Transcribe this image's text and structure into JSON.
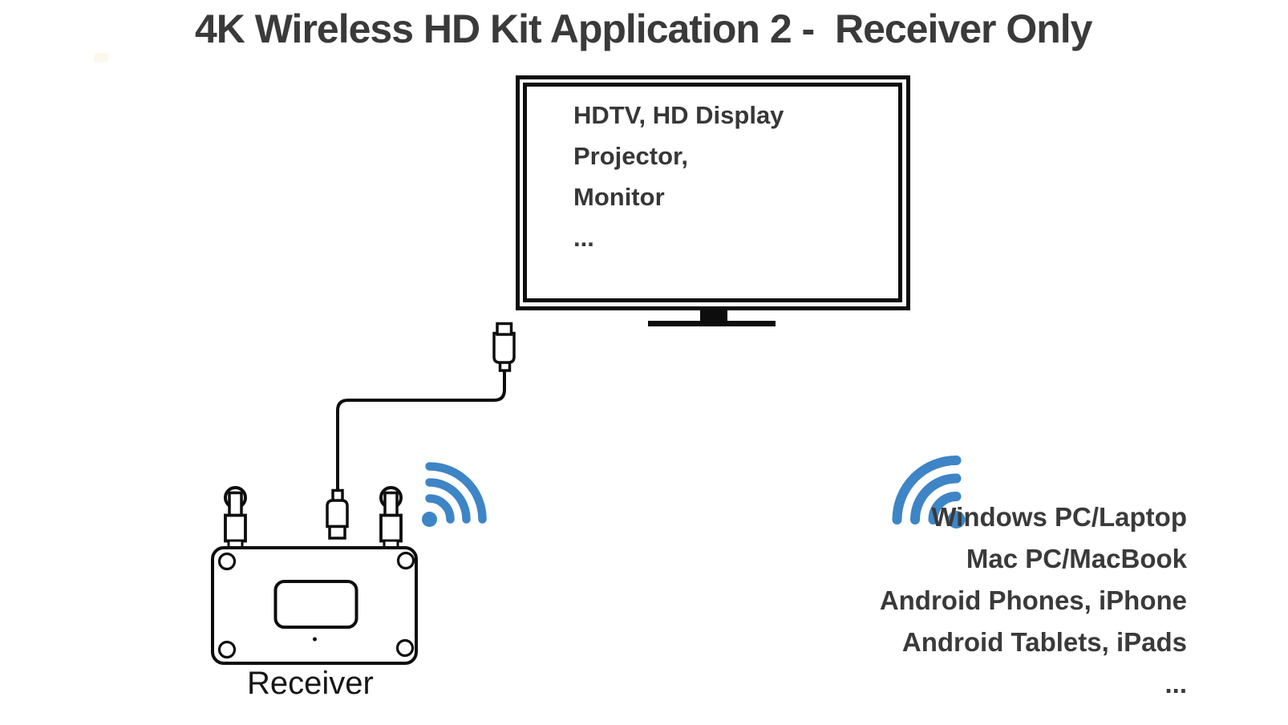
{
  "title": "4K Wireless HD Kit Application 2 -  Receiver Only",
  "tv": {
    "lines": [
      "HDTV, HD Display",
      "Projector,",
      "Monitor",
      "..."
    ]
  },
  "receiver": {
    "label": "Receiver"
  },
  "devices": {
    "lines": [
      "Windows PC/Laptop",
      "Mac PC/MacBook",
      "Android Phones, iPhone",
      "Android Tablets, iPads",
      "..."
    ]
  },
  "icons": {
    "wifi_left": "wifi-signal-icon",
    "wifi_right": "wifi-signal-icon"
  },
  "colors": {
    "wifi_blue": "#3d85c6",
    "line_ink": "#0d0d0d",
    "text_dark": "#3a3a3a"
  }
}
